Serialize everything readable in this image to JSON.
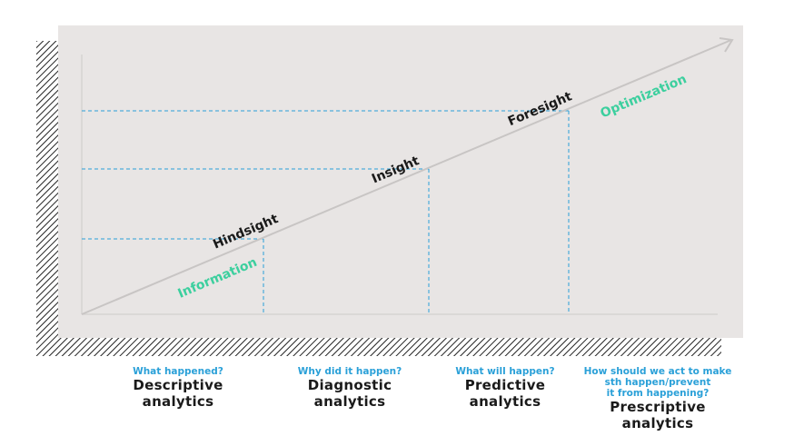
{
  "diagram": {
    "axis_labels": {
      "hindsight": "Hindsight",
      "insight": "Insight",
      "foresight": "Foresight",
      "information": "Information",
      "optimization": "Optimization"
    },
    "stages": [
      {
        "question": "What happened?",
        "title_lines": [
          "Descriptive",
          "analytics"
        ]
      },
      {
        "question": "Why did it happen?",
        "title_lines": [
          "Diagnostic",
          "analytics"
        ]
      },
      {
        "question": "What will happen?",
        "title_lines": [
          "Predictive",
          "analytics"
        ]
      },
      {
        "question_lines": [
          "How should we act to make",
          "sth happen/prevent",
          "it from happening?"
        ],
        "title_lines": [
          "Prescriptive",
          "analytics"
        ]
      }
    ],
    "colors": {
      "panel": "#e8e5e4",
      "hatch": "#222222",
      "dashed_guides": "#2aa0d8",
      "arrow": "#c8c5c4",
      "dark_label": "#1a1a1a",
      "green_label": "#3ccf9e",
      "question_text": "#2aa0d8"
    }
  }
}
